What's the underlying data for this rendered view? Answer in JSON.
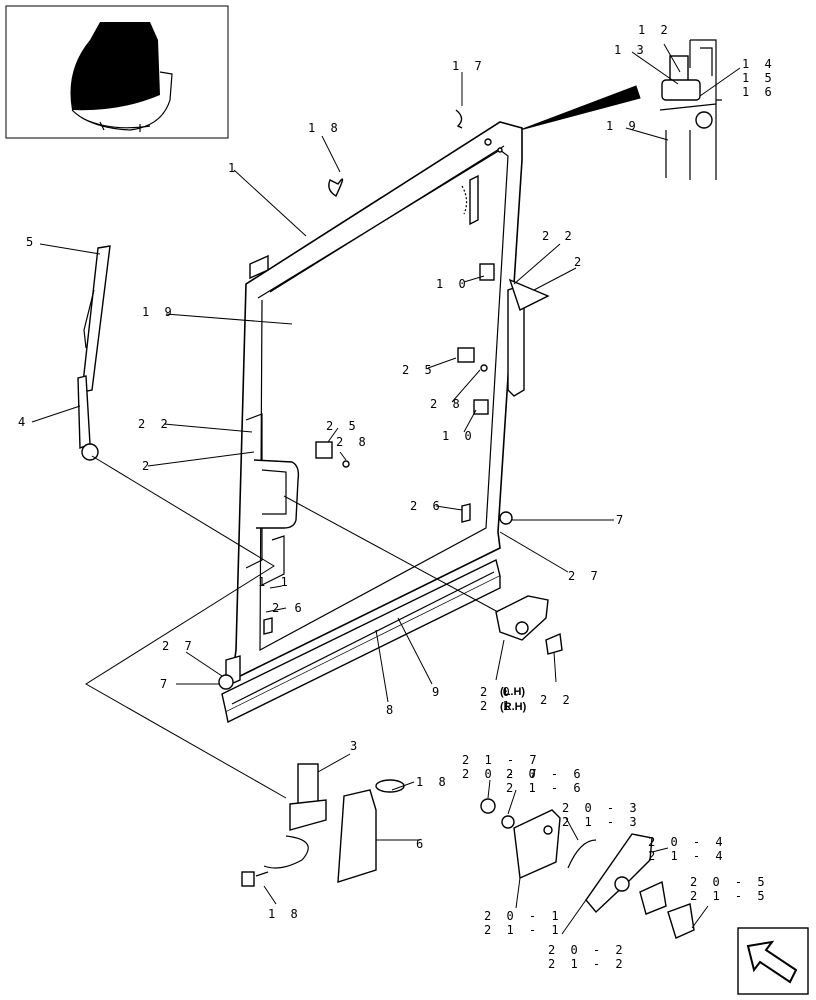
{
  "callouts": {
    "c12": "1 2",
    "c13": "1 3",
    "c14": "1 4",
    "c15": "1 5",
    "c16": "1 6",
    "c17": "1 7",
    "c18a": "1 8",
    "c1": "1",
    "c5": "5",
    "c19a": "1 9",
    "c19b": "1 9",
    "c22a": "2 2",
    "c2a": "2",
    "c10a": "1 0",
    "c25a": "2 5",
    "c28a": "2 8",
    "c10b": "1 0",
    "c4": "4",
    "c22b": "2 2",
    "c25b": "2 5",
    "c28b": "2 8",
    "c2b": "2",
    "c26a": "2 6",
    "c7a": "7",
    "c27a": "2 7",
    "c11": "1 1",
    "c26b": "2 6",
    "c27b": "2 7",
    "c7b": "7",
    "c8": "8",
    "c9": "9",
    "c20": "2 0",
    "c21": "2 1",
    "lh": "(L.H)",
    "rh": "(R.H)",
    "c22c": "2 2",
    "c3": "3",
    "c18b": "1 8",
    "c6": "6",
    "c18c": "1 8",
    "c217": "2 1 - 7",
    "c207": "2 0 - 7",
    "c206": "2 0 - 6",
    "c216": "2 1 - 6",
    "c203": "2 0 - 3",
    "c213": "2 1 - 3",
    "c204": "2 0 - 4",
    "c214": "2 1 - 4",
    "c205": "2 0 - 5",
    "c215": "2 1 - 5",
    "c201": "2 0 - 1",
    "c211": "2 1 - 1",
    "c202": "2 0 - 2",
    "c212": "2 1 - 2"
  },
  "icons": {
    "locator": "cab-locator-icon",
    "navigate": "next-page-arrow-icon"
  }
}
